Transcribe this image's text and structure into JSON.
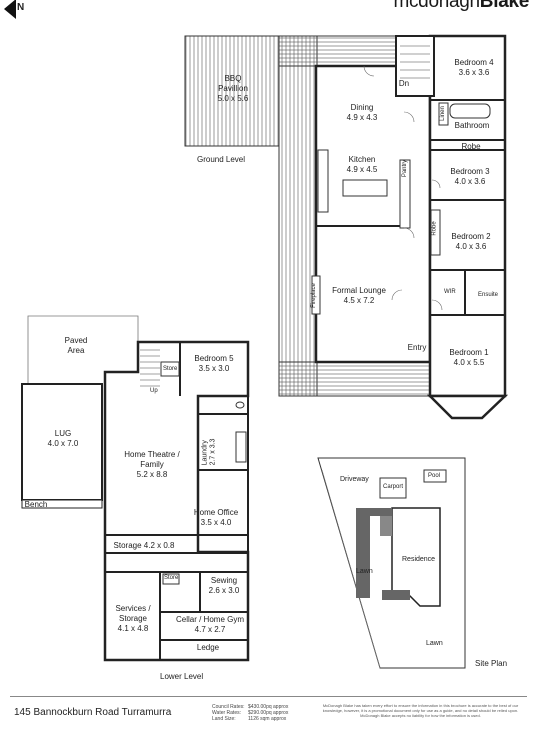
{
  "brand": {
    "prefix": "mcdonagh",
    "name": "Blake"
  },
  "compass": {
    "label": "N"
  },
  "levels": {
    "ground": "Ground Level",
    "lower": "Lower Level",
    "site": "Site Plan"
  },
  "ground_rooms": {
    "bbq": {
      "name": "BBQ\nPavillion",
      "size": "5.0 x 5.6"
    },
    "dining": {
      "name": "Dining",
      "size": "4.9 x 4.3"
    },
    "kitchen": {
      "name": "Kitchen",
      "size": "4.9 x 4.5"
    },
    "lounge": {
      "name": "Formal Lounge",
      "size": "4.5 x 7.2"
    },
    "bed4": {
      "name": "Bedroom 4",
      "size": "3.6 x 3.6"
    },
    "bed3": {
      "name": "Bedroom 3",
      "size": "4.0 x 3.6"
    },
    "bed2": {
      "name": "Bedroom 2",
      "size": "4.0 x 3.6"
    },
    "bed1": {
      "name": "Bedroom 1",
      "size": "4.0 x 5.5"
    },
    "bathroom": "Bathroom",
    "robe": "Robe",
    "robe2": "Robe",
    "linen": "Linen",
    "pantry": "Pantry",
    "fireplace": "Fireplace",
    "wir": "WIR",
    "ensuite": "Ensuite",
    "entry": "Entry",
    "dn": "Dn"
  },
  "lower_rooms": {
    "paved": {
      "name": "Paved\nArea"
    },
    "lug": {
      "name": "LUG",
      "size": "4.0 x 7.0"
    },
    "bench": "Bench",
    "bed5": {
      "name": "Bedroom 5",
      "size": "3.5 x 3.0"
    },
    "store": "Store",
    "up": "Up",
    "laundry": {
      "name": "Laundry",
      "size": "2.7 x 3.3"
    },
    "theatre": {
      "name": "Home Theatre /\nFamily",
      "size": "5.2 x 8.8"
    },
    "office": {
      "name": "Home Office",
      "size": "3.5 x 4.0"
    },
    "storage": {
      "name": "Storage",
      "size": "4.2 x 0.8"
    },
    "store2": "Store",
    "sewing": {
      "name": "Sewing",
      "size": "2.6 x 3.0"
    },
    "services": {
      "name": "Services /\nStorage",
      "size": "4.1 x 4.8"
    },
    "cellar": {
      "name": "Cellar / Home Gym",
      "size": "4.7 x 2.7"
    },
    "ledge": "Ledge"
  },
  "site_plan": {
    "driveway": "Driveway",
    "carport": "Carport",
    "pool": "Pool",
    "residence": "Residence",
    "lawn1": "Lawn",
    "lawn2": "Lawn"
  },
  "footer": {
    "address": "145 Bannockburn Road Turramurra",
    "council_k": "Council Rates:",
    "council_v": "$430.00pq approx",
    "water_k": "Water Rates:",
    "water_v": "$290.00pq approx",
    "land_k": "Land Size:",
    "land_v": "1126 sqm approx",
    "disclaimer": "McDonagh Blake has taken every effort to ensure the information in this brochure is accurate to the best of our knowledge, however, it is a promotional document only for use as a guide, and no detail should be relied upon. McDonagh Blake accepts no liability for how the information is used."
  }
}
